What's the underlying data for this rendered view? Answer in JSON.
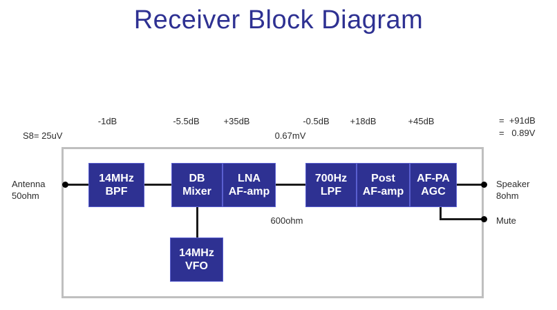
{
  "title": "Receiver Block Diagram",
  "colors": {
    "title": "#2E3192",
    "block_fill": "#2E3192",
    "block_text": "#FFFFFF",
    "chassis_border": "#BFBFBF",
    "wire": "#1A1A1A",
    "annotation_text": "#2B2B2B",
    "background": "#FFFFFF"
  },
  "blocks": [
    {
      "id": "bpf",
      "line1": "14MHz",
      "line2": "BPF"
    },
    {
      "id": "mixer",
      "line1": "DB",
      "line2": "Mixer"
    },
    {
      "id": "lna",
      "line1": "LNA",
      "line2": "AF-amp"
    },
    {
      "id": "lpf",
      "line1": "700Hz",
      "line2": "LPF"
    },
    {
      "id": "postamp",
      "line1": "Post",
      "line2": "AF-amp"
    },
    {
      "id": "afpa",
      "line1": "AF-PA",
      "line2": "AGC"
    },
    {
      "id": "vfo",
      "line1": "14MHz",
      "line2": "VFO"
    }
  ],
  "gain_labels": [
    {
      "id": "bpf-gain",
      "text": "-1dB"
    },
    {
      "id": "mixer-gain",
      "text": "-5.5dB"
    },
    {
      "id": "lna-gain",
      "text": "+35dB"
    },
    {
      "id": "lpf-gain",
      "text": "-0.5dB"
    },
    {
      "id": "postamp-gain",
      "text": "+18dB"
    },
    {
      "id": "afpa-gain",
      "text": "+45dB"
    }
  ],
  "level_labels": {
    "input_signal": "S8= 25uV",
    "mid_signal": "0.67mV",
    "impedance_mid": "600ohm"
  },
  "totals": {
    "gain_total": "=  +91dB",
    "voltage_total": "=   0.89V"
  },
  "ports": {
    "antenna_line1": "Antenna",
    "antenna_line2": "50ohm",
    "speaker_line1": "Speaker",
    "speaker_line2": "8ohm",
    "mute": "Mute"
  },
  "chart_data": {
    "type": "diagram",
    "title": "Receiver Block Diagram",
    "signal_chain": [
      {
        "stage": "Antenna",
        "gain_db": null,
        "level": "25uV",
        "impedance": "50ohm"
      },
      {
        "stage": "14MHz BPF",
        "gain_db": -1,
        "level": null,
        "impedance": null
      },
      {
        "stage": "DB Mixer",
        "gain_db": -5.5,
        "level": null,
        "impedance": null
      },
      {
        "stage": "LNA AF-amp",
        "gain_db": 35,
        "level": "0.67mV",
        "impedance": "600ohm"
      },
      {
        "stage": "700Hz LPF",
        "gain_db": -0.5,
        "level": null,
        "impedance": null
      },
      {
        "stage": "Post AF-amp",
        "gain_db": 18,
        "level": null,
        "impedance": null
      },
      {
        "stage": "AF-PA AGC",
        "gain_db": 45,
        "level": "0.89V",
        "impedance": null
      },
      {
        "stage": "Speaker",
        "gain_db": null,
        "level": null,
        "impedance": "8ohm"
      }
    ],
    "local_oscillator": "14MHz VFO",
    "total_gain_db": 91,
    "total_output_voltage": "0.89V"
  }
}
